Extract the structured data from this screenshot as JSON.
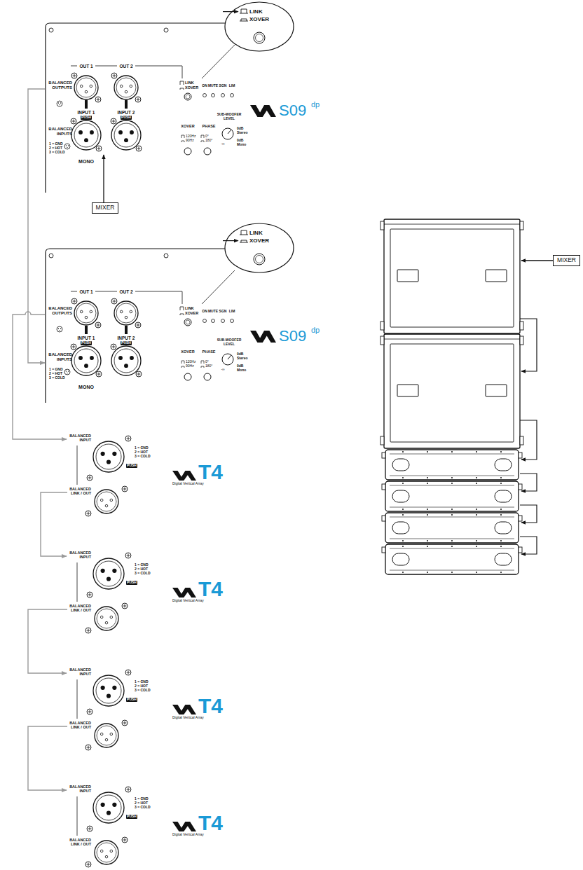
{
  "diagram": {
    "nodes": [
      {
        "text": [
          "LINK",
          "XOVER"
        ]
      },
      {
        "text": [
          "MIXER"
        ]
      },
      {
        "text": [
          "LINK",
          "XOVER"
        ]
      },
      {
        "text": [
          "MIXER"
        ]
      }
    ],
    "labels": [
      "OUT 1",
      "OUT 2",
      "BALANCED OUTPUTS",
      "LINK",
      "XOVER",
      "ON",
      "MUTE",
      "SGN",
      "LIM",
      "INPUT 1",
      "INPUT 2",
      "PUSH",
      "PUSH",
      "BALANCED INPUTS",
      "1 = GND",
      "2 = HOT",
      "3 = COLD",
      "MONO",
      "XOVER",
      "PHASE",
      "120Hz",
      "90Hz",
      "0°",
      "180°",
      "SUB-WOOFER LEVEL",
      "0dB Stereo",
      "-∞",
      "0dB Mono",
      "S09",
      "dp",
      "OUT 1",
      "OUT 2",
      "BALANCED OUTPUTS",
      "LINK",
      "XOVER",
      "ON",
      "MUTE",
      "SGN",
      "LIM",
      "INPUT 1",
      "INPUT 2",
      "PUSH",
      "PUSH",
      "BALANCED INPUTS",
      "1 = GND",
      "2 = HOT",
      "3 = COLD",
      "MONO",
      "XOVER",
      "PHASE",
      "120Hz",
      "90Hz",
      "0°",
      "180°",
      "SUB-WOOFER LEVEL",
      "0dB Stereo",
      "-∞",
      "0dB Mono",
      "S09",
      "dp",
      "BALANCED INPUT",
      "1 = GND",
      "2 = HOT",
      "3 = COLD",
      "PUSH",
      "BALANCED LINK / OUT",
      "T4",
      "Digital Vertical Array",
      "BALANCED INPUT",
      "1 = GND",
      "2 = HOT",
      "3 = COLD",
      "PUSH",
      "BALANCED LINK / OUT",
      "T4",
      "Digital Vertical Array",
      "BALANCED INPUT",
      "1 = GND",
      "2 = HOT",
      "3 = COLD",
      "PUSH",
      "BALANCED LINK / OUT",
      "T4",
      "Digital Vertical Array",
      "BALANCED INPUT",
      "1 = GND",
      "2 = HOT",
      "3 = COLD",
      "PUSH",
      "BALANCED LINK / OUT",
      "T4",
      "Digital Vertical Array"
    ]
  }
}
